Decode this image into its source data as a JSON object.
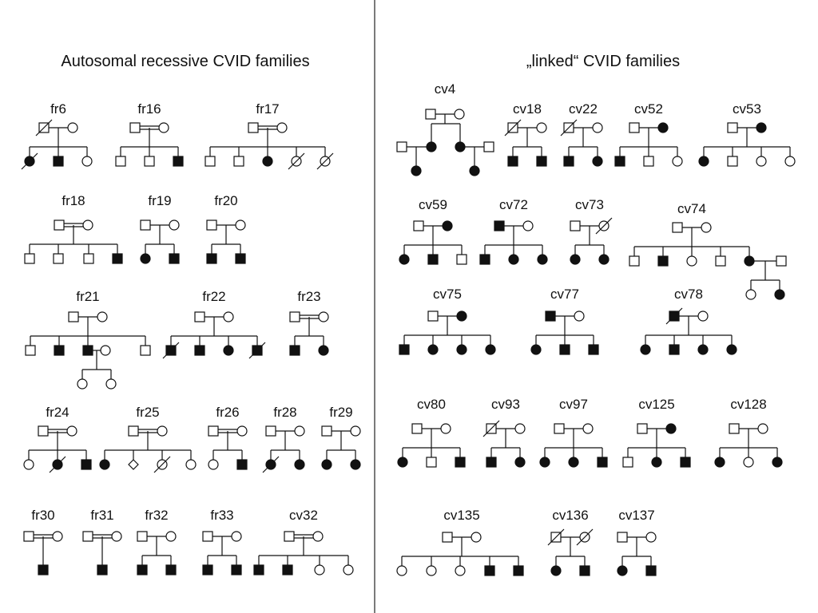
{
  "titles": {
    "left": "Autosomal recessive CVID families",
    "right": "„linked“ CVID families"
  },
  "colors": {
    "ink": "#111111",
    "background": "#ffffff"
  },
  "families": [
    {
      "label": "fr6",
      "consanguineous": false,
      "father": "deceased",
      "mother": "u",
      "children": [
        "Ad",
        "A",
        "u"
      ]
    },
    {
      "label": "fr16",
      "consanguineous": true,
      "father": "u",
      "mother": "u",
      "children": [
        "u",
        "u",
        "A"
      ]
    },
    {
      "label": "fr17",
      "consanguineous": true,
      "father": "u",
      "mother": "u",
      "children": [
        "u",
        "u",
        "A",
        "ud",
        "ud"
      ]
    },
    {
      "label": "fr18",
      "consanguineous": true,
      "father": "u",
      "mother": "u",
      "children": [
        "u",
        "u",
        "u",
        "A"
      ]
    },
    {
      "label": "fr19",
      "consanguineous": false,
      "father": "u",
      "mother": "u",
      "children": [
        "A",
        "A"
      ]
    },
    {
      "label": "fr20",
      "consanguineous": false,
      "father": "u",
      "mother": "u",
      "children": [
        "A",
        "A"
      ]
    },
    {
      "label": "fr21",
      "consanguineous": false,
      "father": "u",
      "mother": "u",
      "children": [
        "u",
        "A",
        "A",
        "u"
      ],
      "grandchildren": [
        "u",
        "u"
      ]
    },
    {
      "label": "fr22",
      "consanguineous": false,
      "father": "u",
      "mother": "u",
      "children": [
        "Ad",
        "A",
        "A",
        "Ad"
      ]
    },
    {
      "label": "fr23",
      "consanguineous": true,
      "father": "u",
      "mother": "u",
      "children": [
        "A",
        "A"
      ]
    },
    {
      "label": "fr24",
      "consanguineous": true,
      "father": "u",
      "mother": "u",
      "children": [
        "u",
        "Ad",
        "A"
      ]
    },
    {
      "label": "fr25",
      "consanguineous": true,
      "father": "u",
      "mother": "u",
      "children": [
        "A",
        "u",
        "ud",
        "u"
      ]
    },
    {
      "label": "fr26",
      "consanguineous": true,
      "father": "u",
      "mother": "u",
      "children": [
        "u",
        "A"
      ]
    },
    {
      "label": "fr28",
      "consanguineous": false,
      "father": "u",
      "mother": "u",
      "children": [
        "Ad",
        "A"
      ]
    },
    {
      "label": "fr29",
      "consanguineous": false,
      "father": "u",
      "mother": "u",
      "children": [
        "A",
        "A"
      ]
    },
    {
      "label": "fr30",
      "consanguineous": true,
      "father": "u",
      "mother": "u",
      "children": [
        "A"
      ]
    },
    {
      "label": "fr31",
      "consanguineous": true,
      "father": "u",
      "mother": "u",
      "children": [
        "A"
      ]
    },
    {
      "label": "fr32",
      "consanguineous": false,
      "father": "u",
      "mother": "u",
      "children": [
        "A",
        "A"
      ]
    },
    {
      "label": "fr33",
      "consanguineous": false,
      "father": "u",
      "mother": "u",
      "children": [
        "A",
        "A"
      ]
    },
    {
      "label": "cv32",
      "consanguineous": true,
      "father": "u",
      "mother": "u",
      "children": [
        "A",
        "A",
        "u",
        "u"
      ]
    },
    {
      "label": "cv4",
      "consanguineous": false,
      "father": "u",
      "mother": "u",
      "children": [
        "A",
        "A"
      ]
    },
    {
      "label": "cv18",
      "consanguineous": false,
      "father": "deceased",
      "mother": "u",
      "children": [
        "A",
        "A"
      ]
    },
    {
      "label": "cv22",
      "consanguineous": false,
      "father": "deceased",
      "mother": "u",
      "children": [
        "A",
        "A"
      ]
    },
    {
      "label": "cv52",
      "consanguineous": false,
      "father": "u",
      "mother": "A",
      "children": [
        "A",
        "u",
        "u"
      ]
    },
    {
      "label": "cv53",
      "consanguineous": false,
      "father": "u",
      "mother": "A",
      "children": [
        "A",
        "u",
        "u",
        "u"
      ]
    },
    {
      "label": "cv59",
      "consanguineous": false,
      "father": "u",
      "mother": "A",
      "children": [
        "A",
        "A",
        "u"
      ]
    },
    {
      "label": "cv72",
      "consanguineous": false,
      "father": "A",
      "mother": "u",
      "children": [
        "A",
        "A",
        "A"
      ]
    },
    {
      "label": "cv73",
      "consanguineous": false,
      "father": "u",
      "mother": "deceased",
      "children": [
        "A",
        "A"
      ]
    },
    {
      "label": "cv74",
      "consanguineous": false,
      "father": "u",
      "mother": "u",
      "children": [
        "u",
        "A",
        "u",
        "u",
        "A"
      ],
      "grandchildren": [
        "u",
        "A"
      ]
    },
    {
      "label": "cv75",
      "consanguineous": false,
      "father": "u",
      "mother": "A",
      "children": [
        "A",
        "A",
        "A",
        "A"
      ]
    },
    {
      "label": "cv77",
      "consanguineous": false,
      "father": "A",
      "mother": "u",
      "children": [
        "A",
        "A",
        "A"
      ]
    },
    {
      "label": "cv78",
      "consanguineous": false,
      "father": "Ad",
      "mother": "u",
      "children": [
        "A",
        "A",
        "A",
        "A"
      ]
    },
    {
      "label": "cv80",
      "consanguineous": false,
      "father": "u",
      "mother": "u",
      "children": [
        "A",
        "u",
        "A"
      ]
    },
    {
      "label": "cv93",
      "consanguineous": false,
      "father": "deceased",
      "mother": "u",
      "children": [
        "A",
        "A"
      ]
    },
    {
      "label": "cv97",
      "consanguineous": false,
      "father": "u",
      "mother": "u",
      "children": [
        "A",
        "A",
        "A"
      ]
    },
    {
      "label": "cv125",
      "consanguineous": false,
      "father": "u",
      "mother": "A",
      "children": [
        "u",
        "A",
        "A"
      ]
    },
    {
      "label": "cv128",
      "consanguineous": false,
      "father": "u",
      "mother": "u",
      "children": [
        "A",
        "u",
        "A"
      ]
    },
    {
      "label": "cv135",
      "consanguineous": false,
      "father": "u",
      "mother": "u",
      "children": [
        "u",
        "u",
        "u",
        "A",
        "A"
      ]
    },
    {
      "label": "cv136",
      "consanguineous": false,
      "father": "deceased",
      "mother": "deceased",
      "children": [
        "A",
        "A"
      ]
    },
    {
      "label": "cv137",
      "consanguineous": false,
      "father": "u",
      "mother": "u",
      "children": [
        "A",
        "A"
      ]
    }
  ]
}
